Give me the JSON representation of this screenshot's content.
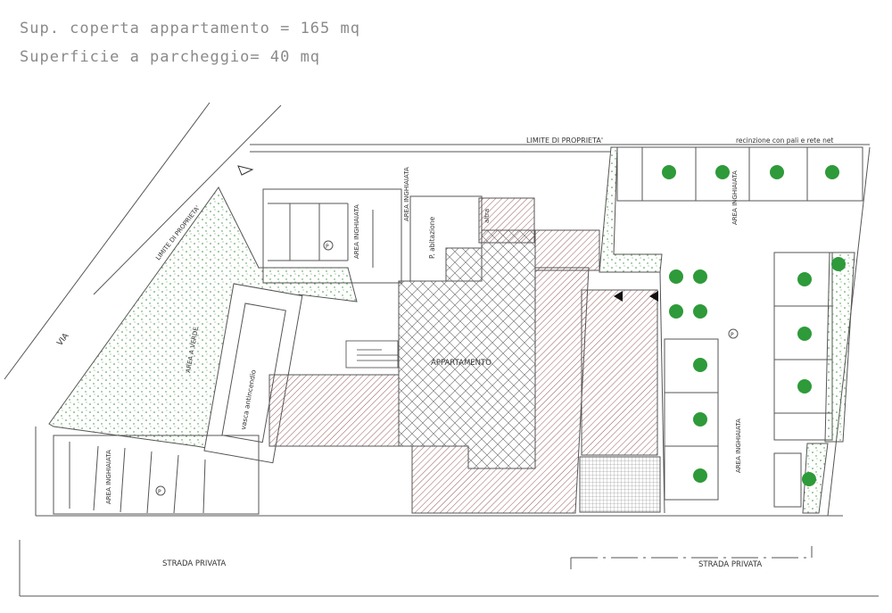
{
  "header": {
    "line1": "Sup. coperta appartamento = 165 mq",
    "line2": "Superficie a parcheggio= 40 mq"
  },
  "labels": {
    "limite_proprieta_top": "LIMITE DI PROPRIETA'",
    "recinzione": "recinzione con pali e rete net",
    "limite_proprieta_diag": "LIMITE DI PROPRIETA'",
    "via": "VIA",
    "area_inghiaiata": "AREA INGHIAIATA",
    "area_verde": "AREA A VERDE",
    "vasca": "vasca antincendio",
    "p_abitazione": "P. abitazione",
    "altra": "altra",
    "appartamento": "APPARTAMENTO",
    "strada_privata": "STRADA PRIVATA",
    "parking_mark": "P"
  },
  "colors": {
    "line": "#555555",
    "grass": "#3b8f3b",
    "tree": "#2e9a3a",
    "hatch": "#8a4a4a",
    "header_text": "#8a8a8a"
  }
}
